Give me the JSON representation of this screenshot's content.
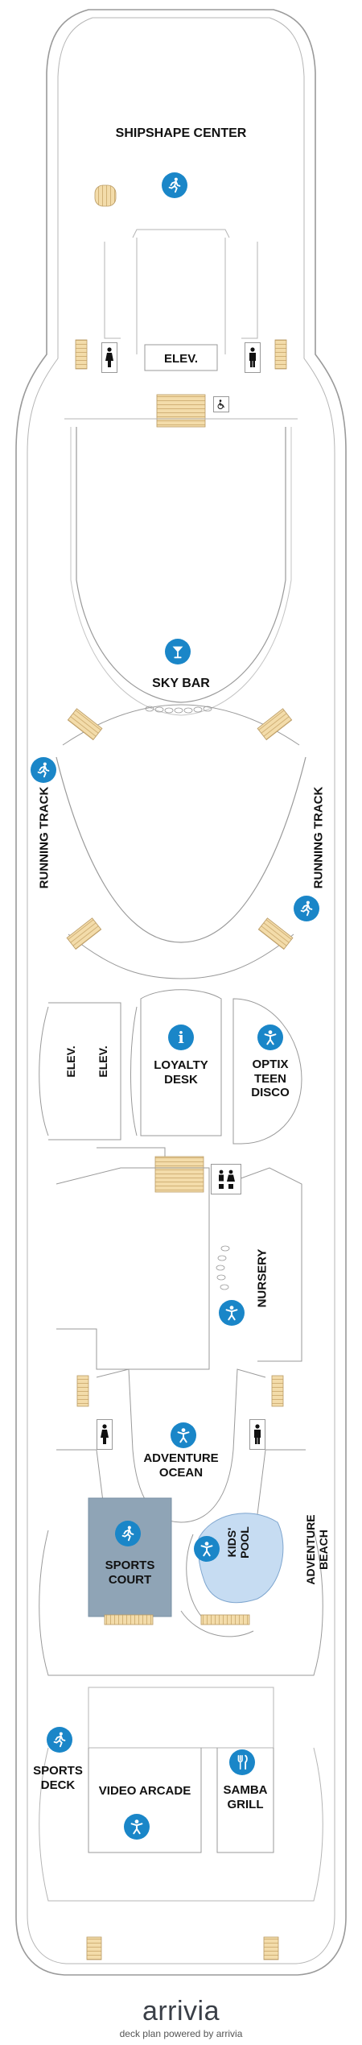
{
  "areas": {
    "shipshape_center": "SHIPSHAPE CENTER",
    "elev_top": "ELEV.",
    "sky_bar": "SKY BAR",
    "running_track_left": "RUNNING TRACK",
    "running_track_right": "RUNNING TRACK",
    "elev_mid_left": "ELEV.",
    "elev_mid_right": "ELEV.",
    "loyalty_desk": [
      "LOYALTY",
      "DESK"
    ],
    "optix_teen_disco": [
      "OPTIX",
      "TEEN",
      "DISCO"
    ],
    "nursery": "NURSERY",
    "adventure_ocean": [
      "ADVENTURE",
      "OCEAN"
    ],
    "sports_court": [
      "SPORTS",
      "COURT"
    ],
    "kids_pool": [
      "KIDS'",
      "POOL"
    ],
    "adventure_beach": [
      "ADVENTURE",
      "BEACH"
    ],
    "sports_deck": [
      "SPORTS",
      "DECK"
    ],
    "video_arcade": "VIDEO ARCADE",
    "samba_grill": [
      "SAMBA",
      "GRILL"
    ]
  },
  "icons": {
    "fitness": "running-person-icon",
    "bar": "cocktail-glass-icon",
    "info": "information-icon",
    "kids": "child-icon",
    "dining": "fork-knife-icon",
    "accessible": "wheelchair-icon",
    "restroom_women": "woman-restroom-icon",
    "restroom_men": "man-restroom-icon"
  },
  "info_glyph": "i",
  "colors": {
    "icon_blue": "#1a86c8",
    "stair_tan": "#f3dcaa",
    "sports_court": "#8fa4b6",
    "pool_blue": "#c6dcf2",
    "outline": "#9a9a9a"
  },
  "footer": {
    "brand": "arrivia",
    "caption": "deck plan powered by arrivia"
  }
}
